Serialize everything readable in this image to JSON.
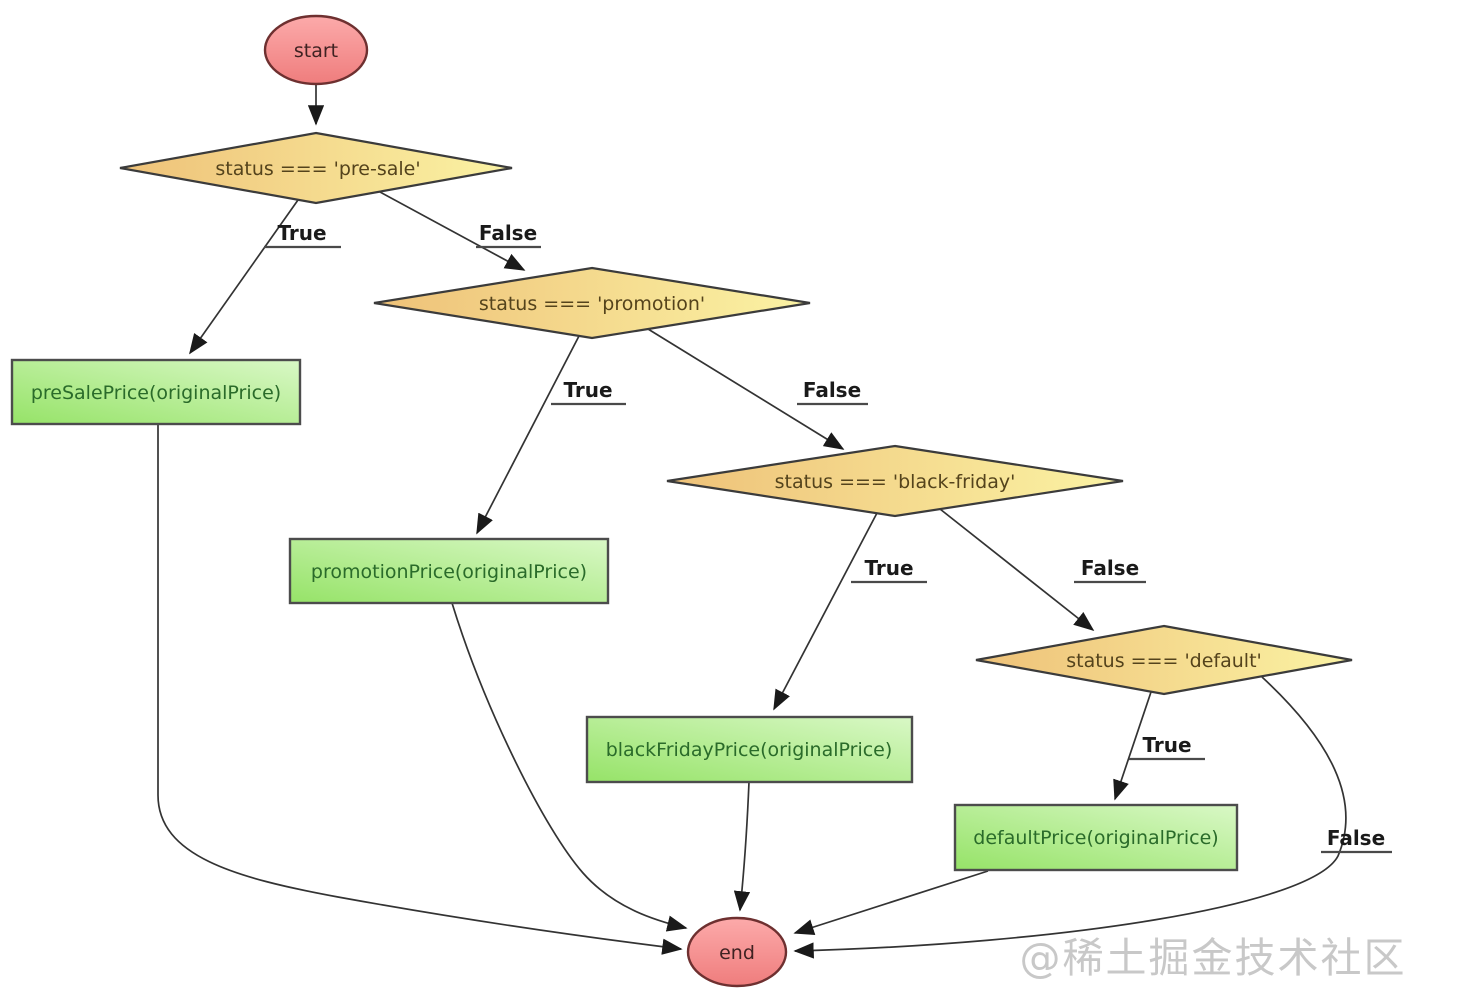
{
  "diagram": {
    "nodes": {
      "start": {
        "label": "start",
        "type": "terminator"
      },
      "cond_presale": {
        "label": "status === 'pre-sale'",
        "type": "decision"
      },
      "cond_promotion": {
        "label": "status === 'promotion'",
        "type": "decision"
      },
      "cond_blackfriday": {
        "label": "status === 'black-friday'",
        "type": "decision"
      },
      "cond_default": {
        "label": "status === 'default'",
        "type": "decision"
      },
      "proc_presale": {
        "label": "preSalePrice(originalPrice)",
        "type": "process"
      },
      "proc_promotion": {
        "label": "promotionPrice(originalPrice)",
        "type": "process"
      },
      "proc_blackfriday": {
        "label": "blackFridayPrice(originalPrice)",
        "type": "process"
      },
      "proc_default": {
        "label": "defaultPrice(originalPrice)",
        "type": "process"
      },
      "end": {
        "label": "end",
        "type": "terminator"
      }
    },
    "edges": [
      {
        "from": "start",
        "to": "cond_presale",
        "label": ""
      },
      {
        "from": "cond_presale",
        "to": "proc_presale",
        "label": "True"
      },
      {
        "from": "cond_presale",
        "to": "cond_promotion",
        "label": "False"
      },
      {
        "from": "cond_promotion",
        "to": "proc_promotion",
        "label": "True"
      },
      {
        "from": "cond_promotion",
        "to": "cond_blackfriday",
        "label": "False"
      },
      {
        "from": "cond_blackfriday",
        "to": "proc_blackfriday",
        "label": "True"
      },
      {
        "from": "cond_blackfriday",
        "to": "cond_default",
        "label": "False"
      },
      {
        "from": "cond_default",
        "to": "proc_default",
        "label": "True"
      },
      {
        "from": "cond_default",
        "to": "end",
        "label": "False"
      },
      {
        "from": "proc_presale",
        "to": "end",
        "label": ""
      },
      {
        "from": "proc_promotion",
        "to": "end",
        "label": ""
      },
      {
        "from": "proc_blackfriday",
        "to": "end",
        "label": ""
      },
      {
        "from": "proc_default",
        "to": "end",
        "label": ""
      }
    ],
    "colors": {
      "decision_fill_left": "#eec178",
      "decision_fill_right": "#fbf3a4",
      "process_fill_left": "#96e368",
      "process_fill_right": "#d9f8c6",
      "terminator_fill_top": "#fcaaaa",
      "terminator_fill_bottom": "#ef7d7d",
      "edge_stroke": "#333333",
      "decision_text": "#54431c",
      "process_text": "#2a6b2a",
      "branch_label_text": "#1a1a1a",
      "watermark_text": "#c8c8c8"
    },
    "watermark": "@稀土掘金技术社区"
  }
}
